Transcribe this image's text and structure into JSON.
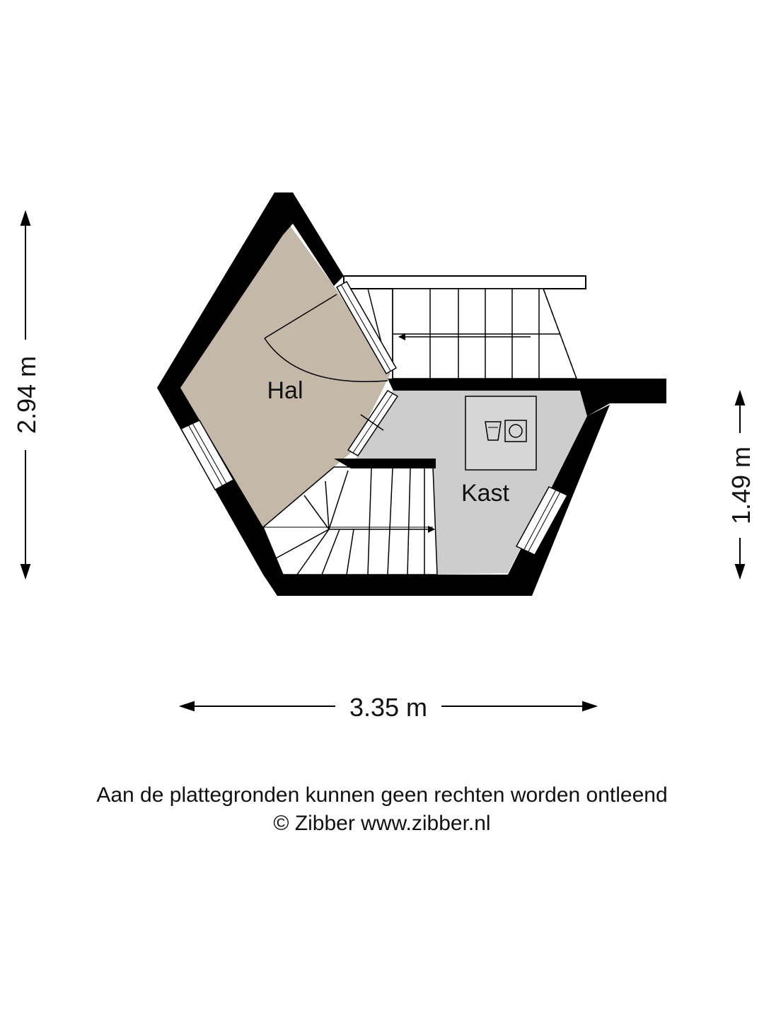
{
  "rooms": {
    "hal": "Hal",
    "kast": "Kast"
  },
  "dimensions": {
    "width": "3.35 m",
    "height_total": "2.94 m",
    "height_right": "1.49 m"
  },
  "footer": {
    "disclaimer": "Aan de plattegronden kunnen geen rechten worden ontleend",
    "copyright": "© Zibber www.zibber.nl"
  },
  "colors": {
    "wall": "#000000",
    "hal_floor": "#c4b8a9",
    "kast_floor": "#cdcdcd",
    "background": "#ffffff"
  }
}
